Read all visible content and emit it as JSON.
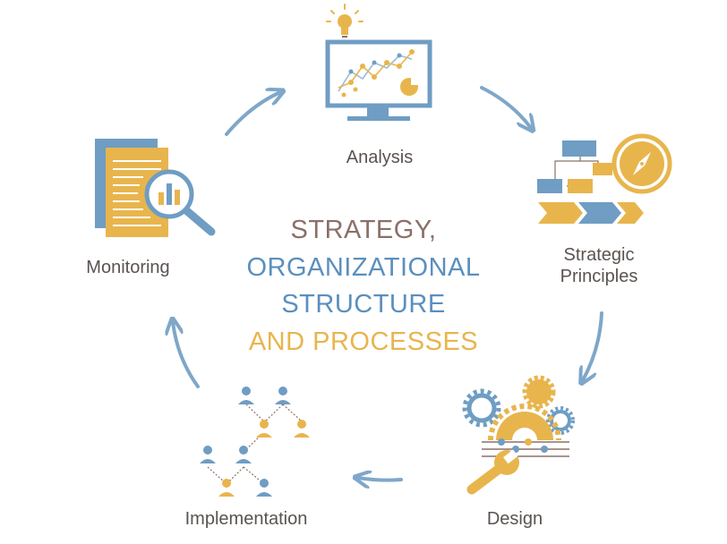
{
  "colors": {
    "blue": "#5b8fbd",
    "gold": "#e8b54d",
    "brown": "#8a7068",
    "text": "#5a5350",
    "arrow": "#7ea7c9"
  },
  "center": {
    "line1": "STRATEGY,",
    "line2": "ORGANIZATIONAL",
    "line3": "STRUCTURE",
    "line4": "AND PROCESSES"
  },
  "stages": {
    "analysis": {
      "label": "Analysis",
      "icon": "monitor-chart-lightbulb-icon"
    },
    "strategic_principles": {
      "label_line1": "Strategic",
      "label_line2": "Principles",
      "icon": "flowchart-compass-icon"
    },
    "design": {
      "label": "Design",
      "icon": "gears-wrench-icon"
    },
    "implementation": {
      "label": "Implementation",
      "icon": "people-network-icon"
    },
    "monitoring": {
      "label": "Monitoring",
      "icon": "document-magnifier-icon"
    }
  }
}
